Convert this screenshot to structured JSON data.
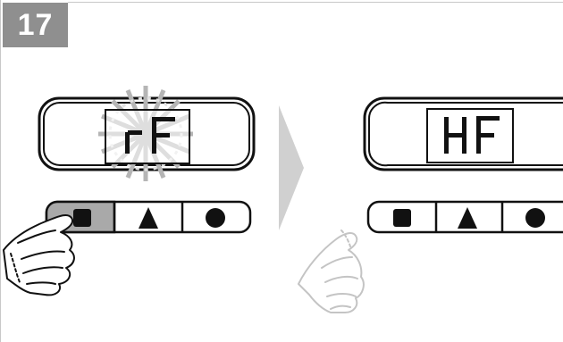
{
  "step": {
    "number": "17",
    "badge_color": "#8f8f8f"
  },
  "before_panel": {
    "display_text": "rF",
    "display_state": "flashing",
    "pressed_button": "stop-square"
  },
  "after_panel": {
    "display_text": "HF",
    "display_state": "steady"
  },
  "buttons": [
    {
      "icon": "square-icon",
      "meaning": "stop"
    },
    {
      "icon": "triangle-icon",
      "meaning": "up"
    },
    {
      "icon": "circle-icon",
      "meaning": "down"
    }
  ],
  "colors": {
    "outline": "#111111",
    "arrow": "#d0d0d0",
    "pressed_fill": "#a9a9a9",
    "flash": "#b5b5b5"
  }
}
